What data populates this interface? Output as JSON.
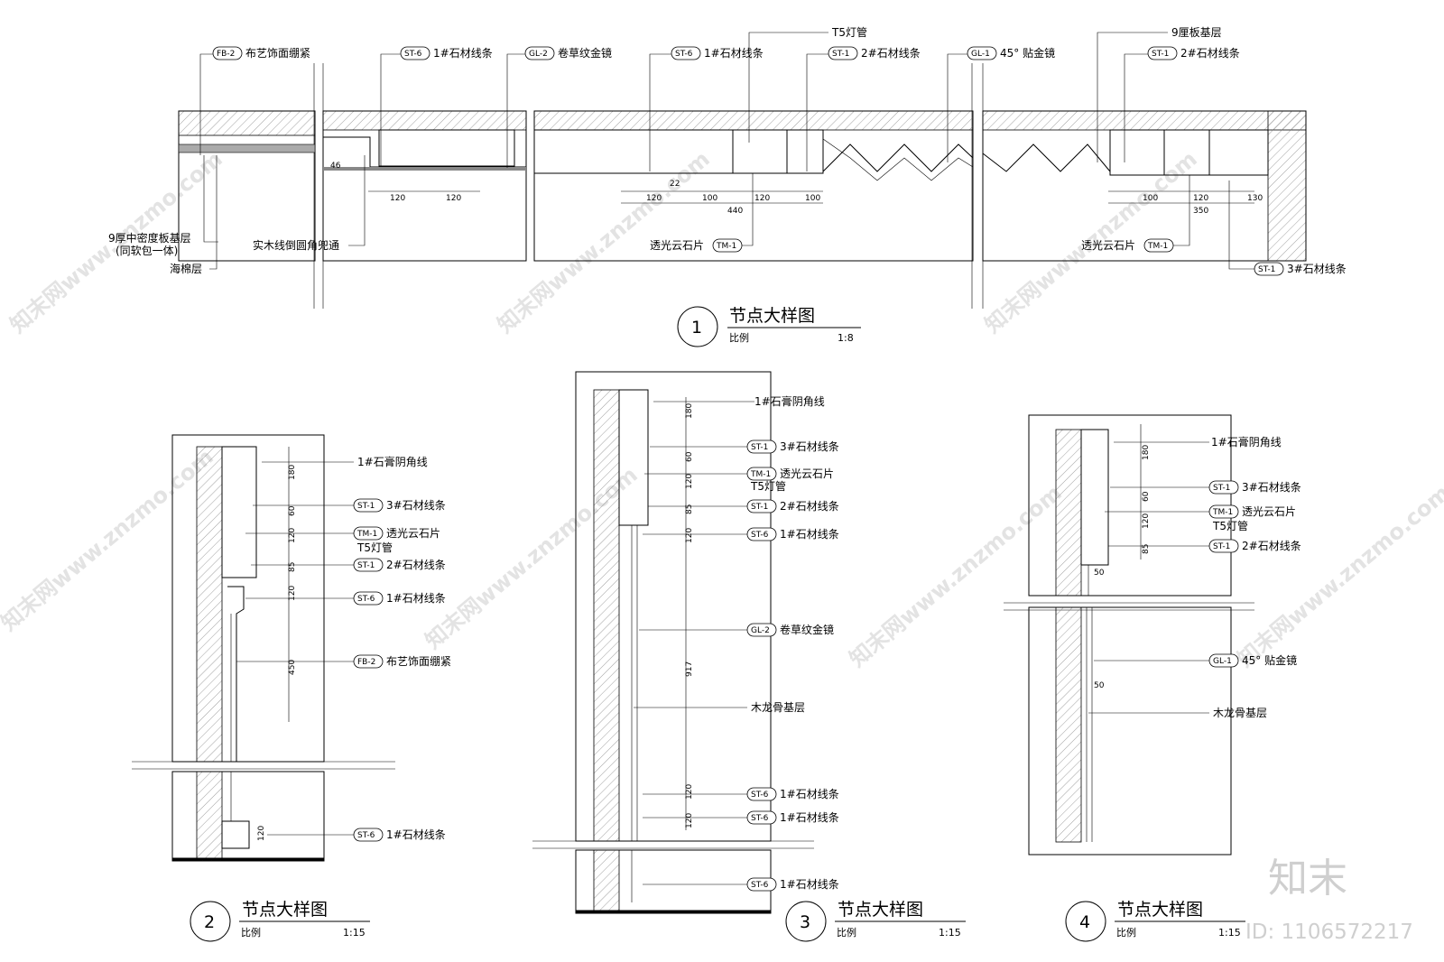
{
  "details": [
    {
      "number": "1",
      "title": "节点大样图",
      "scale_label": "比例",
      "scale": "1:8"
    },
    {
      "number": "2",
      "title": "节点大样图",
      "scale_label": "比例",
      "scale": "1:15"
    },
    {
      "number": "3",
      "title": "节点大样图",
      "scale_label": "比例",
      "scale": "1:15"
    },
    {
      "number": "4",
      "title": "节点大样图",
      "scale_label": "比例",
      "scale": "1:15"
    }
  ],
  "callouts_d1": [
    {
      "code": "FB-2",
      "text": "布艺饰面绷紧"
    },
    {
      "code": "ST-6",
      "text": "1#石材线条"
    },
    {
      "code": "GL-2",
      "text": "卷草纹金镜"
    },
    {
      "code": "ST-6",
      "text": "1#石材线条"
    },
    {
      "code": "ST-1",
      "text": "2#石材线条"
    },
    {
      "code": "GL-1",
      "text": "45° 贴金镜"
    },
    {
      "code": "ST-1",
      "text": "2#石材线条"
    },
    {
      "code": "TM-1",
      "text": "透光云石片"
    },
    {
      "code": "TM-1",
      "text": "透光云石片"
    },
    {
      "code": "ST-1",
      "text": "3#石材线条"
    }
  ],
  "notes_d1": {
    "t5": "T5灯管",
    "plywood": "9厘板基层",
    "mdf": "9厚中密度板基层",
    "mdf_sub": "(同软包一体)",
    "sponge": "海棉层",
    "wood": "实木线倒圆角兜通"
  },
  "dims_d1": [
    "120",
    "120",
    "46",
    "120",
    "100",
    "120",
    "100",
    "22",
    "440",
    "100",
    "120",
    "130",
    "350"
  ],
  "callouts_d2": [
    {
      "code": "",
      "text": "1#石膏阴角线"
    },
    {
      "code": "ST-1",
      "text": "3#石材线条"
    },
    {
      "code": "TM-1",
      "text": "透光云石片"
    },
    {
      "code": "",
      "text": "T5灯管"
    },
    {
      "code": "ST-1",
      "text": "2#石材线条"
    },
    {
      "code": "ST-6",
      "text": "1#石材线条"
    },
    {
      "code": "FB-2",
      "text": "布艺饰面绷紧"
    },
    {
      "code": "ST-6",
      "text": "1#石材线条"
    }
  ],
  "dims_d2": [
    "180",
    "60",
    "120",
    "85",
    "120",
    "450",
    "120"
  ],
  "callouts_d3": [
    {
      "code": "",
      "text": "1#石膏阴角线"
    },
    {
      "code": "ST-1",
      "text": "3#石材线条"
    },
    {
      "code": "TM-1",
      "text": "透光云石片"
    },
    {
      "code": "",
      "text": "T5灯管"
    },
    {
      "code": "ST-1",
      "text": "2#石材线条"
    },
    {
      "code": "ST-6",
      "text": "1#石材线条"
    },
    {
      "code": "GL-2",
      "text": "卷草纹金镜"
    },
    {
      "code": "",
      "text": "木龙骨基层"
    },
    {
      "code": "ST-6",
      "text": "1#石材线条"
    },
    {
      "code": "ST-6",
      "text": "1#石材线条"
    },
    {
      "code": "ST-6",
      "text": "1#石材线条"
    }
  ],
  "dims_d3": [
    "180",
    "60",
    "120",
    "85",
    "120",
    "917",
    "120",
    "120"
  ],
  "callouts_d4": [
    {
      "code": "",
      "text": "1#石膏阴角线"
    },
    {
      "code": "ST-1",
      "text": "3#石材线条"
    },
    {
      "code": "TM-1",
      "text": "透光云石片"
    },
    {
      "code": "",
      "text": "T5灯管"
    },
    {
      "code": "ST-1",
      "text": "2#石材线条"
    },
    {
      "code": "GL-1",
      "text": "45° 贴金镜"
    },
    {
      "code": "",
      "text": "木龙骨基层"
    }
  ],
  "dims_d4": [
    "180",
    "60",
    "120",
    "85",
    "50",
    "50"
  ],
  "watermark": "知末网www.znzmo.com",
  "brand": "知末",
  "id_text": "ID: 1106572217"
}
